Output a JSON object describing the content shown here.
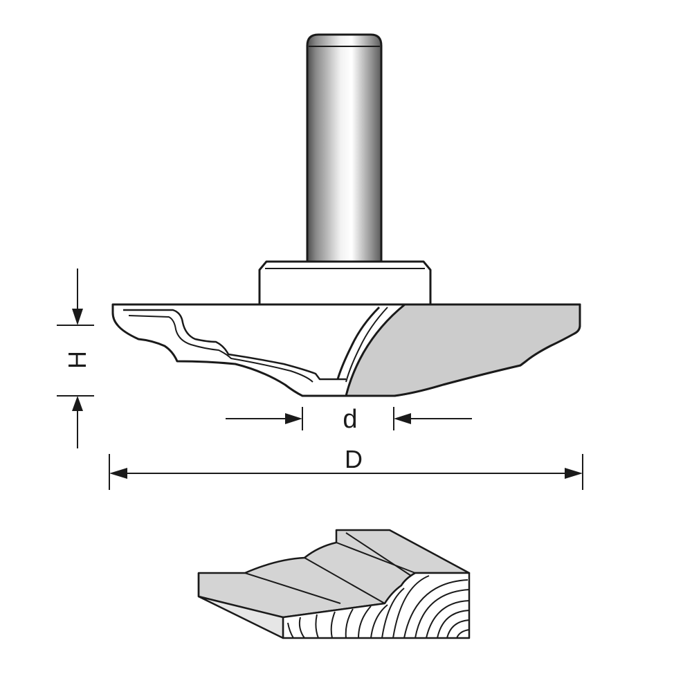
{
  "labels": {
    "height": "H",
    "small_diameter": "d",
    "large_diameter": "D"
  },
  "colors": {
    "stroke": "#1a1a1a",
    "steel_light": "#f4f4f4",
    "steel_dark": "#5a5a5a",
    "carbide_grey": "#cccccc",
    "wood_face": "#d4d4d4",
    "background": "#ffffff"
  }
}
